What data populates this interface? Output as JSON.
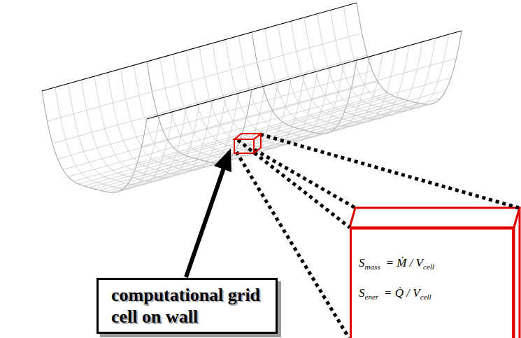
{
  "diagram": {
    "nodes": [
      {
        "text": [
          "computational grid cell on wall"
        ]
      },
      {
        "text": [
          "S",
          "mass",
          "= Ṁ / V",
          "cell",
          "S",
          "ener",
          "= Q̇ / V",
          "cell"
        ]
      }
    ]
  }
}
